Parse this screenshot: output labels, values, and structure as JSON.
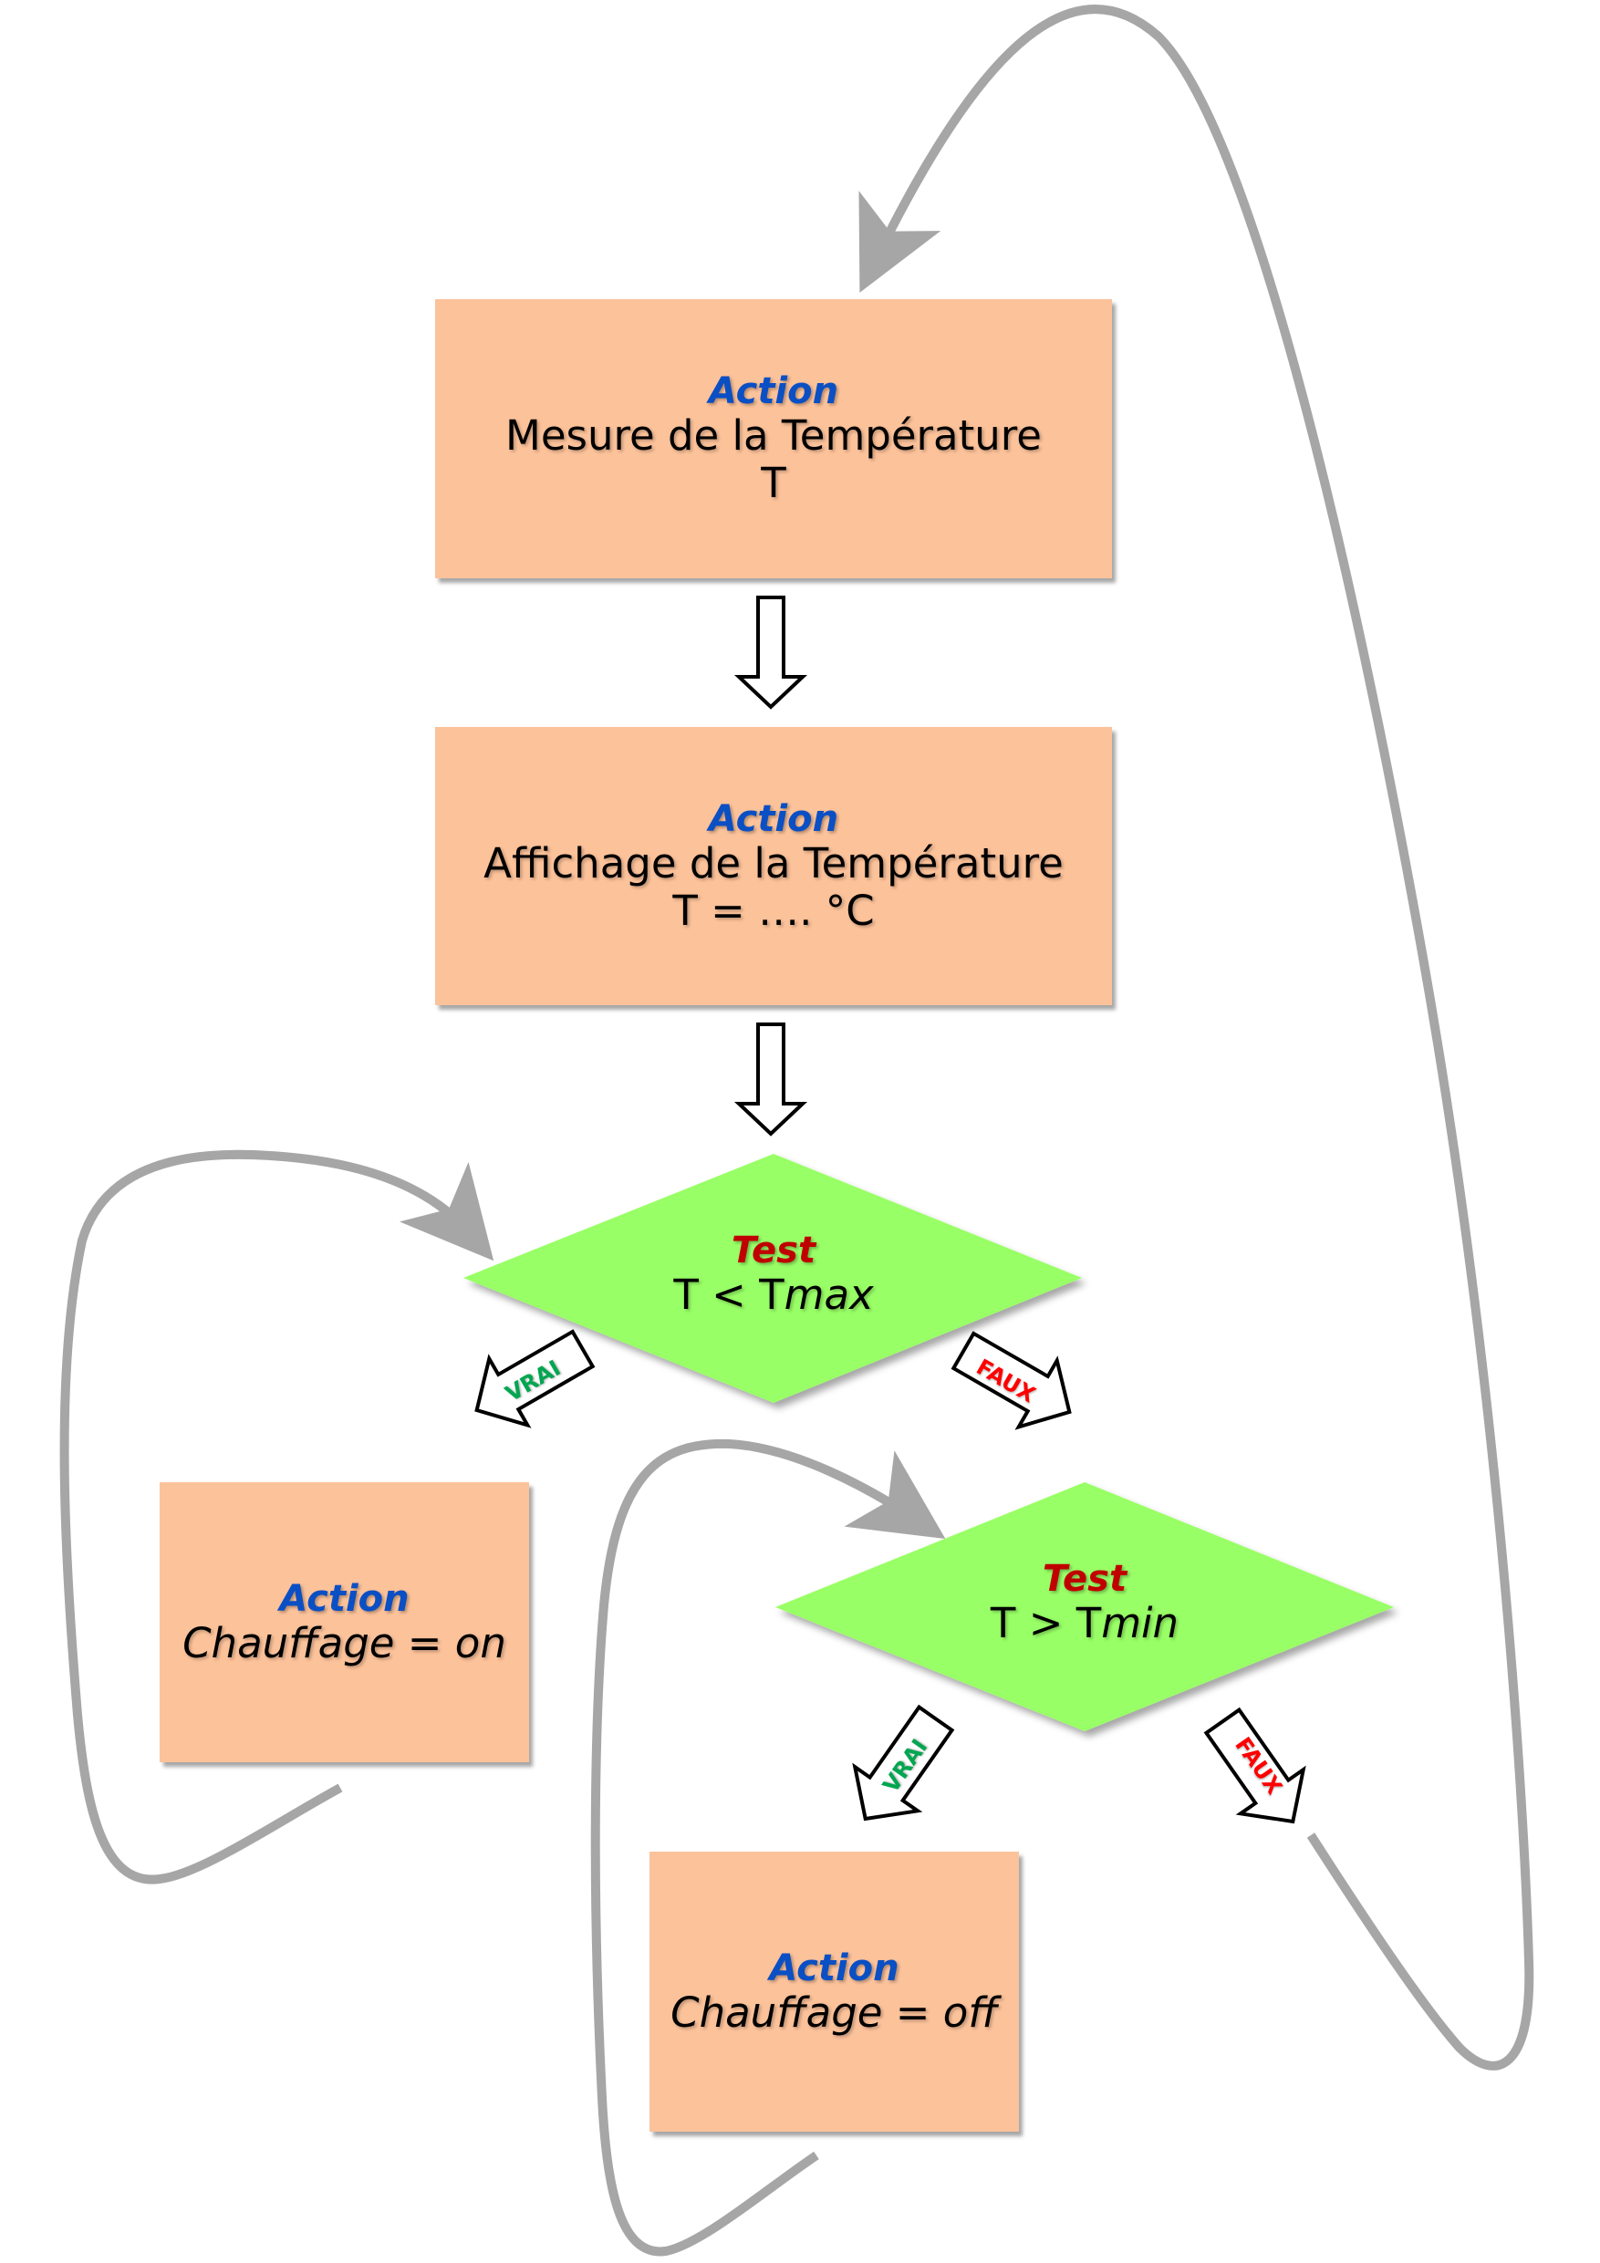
{
  "diagram": {
    "type": "flowchart",
    "colors": {
      "action_fill": "#fcc29a",
      "test_fill": "#99ff66",
      "action_keyword": "#0b4fc4",
      "test_keyword": "#c00000",
      "true_label": "#00a650",
      "false_label": "#ff0000",
      "loop_connector": "#a6a6a6"
    },
    "nodes": {
      "measure": {
        "keyword": "Action",
        "line1": "Mesure de la Température",
        "line2": "T"
      },
      "display": {
        "keyword": "Action",
        "line1": "Affichage de la Température",
        "line2": "T = …. °C"
      },
      "test_max": {
        "keyword": "Test",
        "expr_main": "T < T",
        "expr_sub": "max"
      },
      "test_min": {
        "keyword": "Test",
        "expr_main": "T > T",
        "expr_sub": "min"
      },
      "heat_on": {
        "keyword": "Action",
        "line1": "Chauffage = on"
      },
      "heat_off": {
        "keyword": "Action",
        "line1": "Chauffage = off"
      }
    },
    "branches": {
      "test_max_true": "VRAI",
      "test_max_false": "FAUX",
      "test_min_true": "VRAI",
      "test_min_false": "FAUX"
    },
    "edges": [
      {
        "from": "measure",
        "to": "display"
      },
      {
        "from": "display",
        "to": "test_max"
      },
      {
        "from": "test_max",
        "to": "heat_on",
        "label": "VRAI"
      },
      {
        "from": "test_max",
        "to": "test_min",
        "label": "FAUX"
      },
      {
        "from": "test_min",
        "to": "heat_off",
        "label": "VRAI"
      },
      {
        "from": "test_min",
        "to": "measure",
        "label": "FAUX"
      },
      {
        "from": "heat_on",
        "to": "test_max"
      },
      {
        "from": "heat_off",
        "to": "test_min"
      }
    ]
  }
}
